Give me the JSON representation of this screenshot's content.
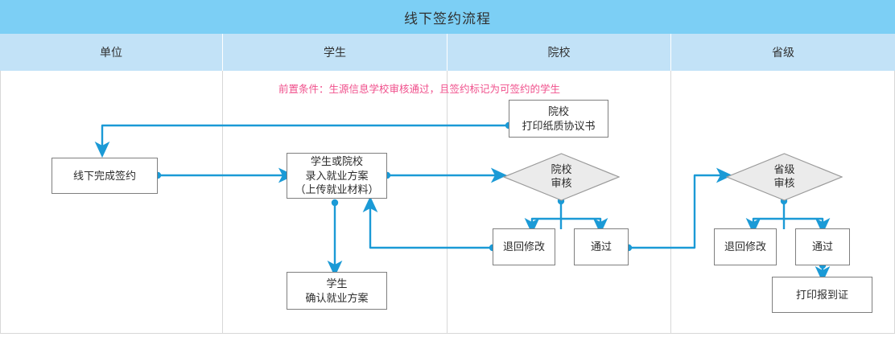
{
  "diagram": {
    "title": "线下签约流程",
    "title_bg": "#7ccff5",
    "lane_header_bg": "#c2e2f7",
    "connector_color": "#1b9ad6",
    "node_border": "#7f7f7f",
    "decision_fill": "#ebebeb",
    "note_color": "#f0508c"
  },
  "lanes": [
    {
      "label": "单位"
    },
    {
      "label": "学生"
    },
    {
      "label": "院校"
    },
    {
      "label": "省级"
    }
  ],
  "note": {
    "text": "前置条件：生源信息学校审核通过，且签约标记为可签约的学生"
  },
  "nodes": {
    "print_agreement": {
      "line1": "院校",
      "line2": "打印纸质协议书"
    },
    "offline_sign": {
      "line1": "线下完成签约"
    },
    "enter_plan": {
      "line1": "学生或院校",
      "line2": "录入就业方案",
      "line3": "（上传就业材料）"
    },
    "confirm_plan": {
      "line1": "学生",
      "line2": "确认就业方案"
    },
    "school_review": {
      "line1": "院校",
      "line2": "审核"
    },
    "school_reject": {
      "line1": "退回修改"
    },
    "school_pass": {
      "line1": "通过"
    },
    "province_review": {
      "line1": "省级",
      "line2": "审核"
    },
    "province_reject": {
      "line1": "退回修改"
    },
    "province_pass": {
      "line1": "通过"
    },
    "print_report": {
      "line1": "打印报到证"
    }
  }
}
